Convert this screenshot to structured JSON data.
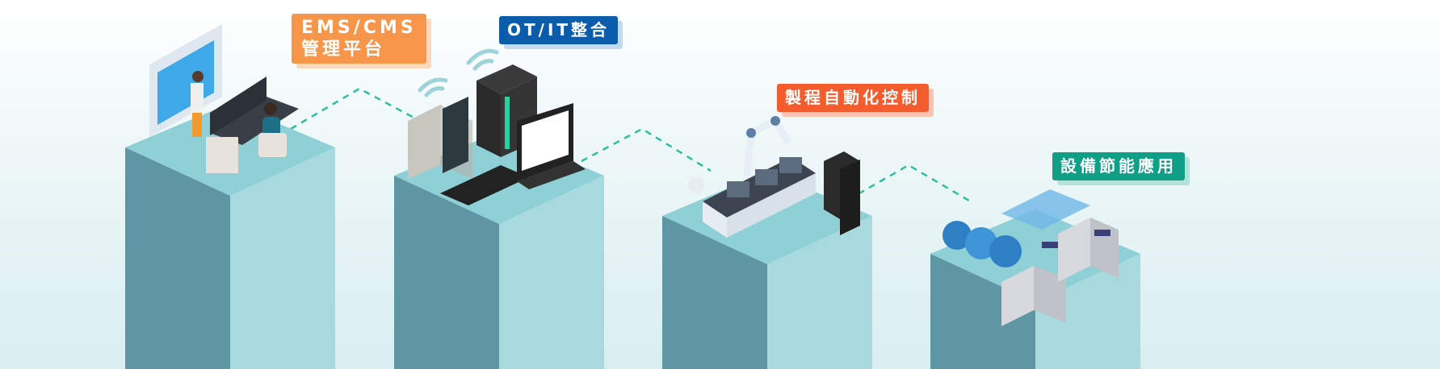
{
  "stages": [
    {
      "title_line1": "EMS/CMS",
      "title_line2": "管理平台",
      "color": "#f7964a"
    },
    {
      "title": "OT/IT整合",
      "color": "#0b5cab"
    },
    {
      "title": "製程自動化控制",
      "color": "#f45c2e"
    },
    {
      "title": "設備節能應用",
      "color": "#0f9e86"
    }
  ],
  "colors": {
    "pillar_top": "#8fcfd6",
    "pillar_left": "#5e97a3",
    "pillar_right": "#a8d9df",
    "connector": "#2bbf9f"
  }
}
